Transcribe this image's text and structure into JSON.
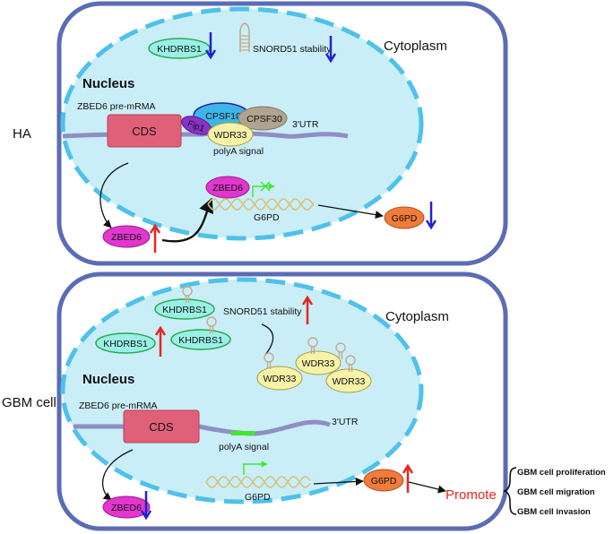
{
  "colors": {
    "cell_border": "#5a6cb5",
    "nucleus_fill": "#c9eef8",
    "nucleus_dash": "#4fc1ea",
    "cds_fill": "#e0607a",
    "strand": "#8f8fc4",
    "zbed6_fill": "#e236cf",
    "khdrbs1_fill": "#9af0e6",
    "wdr33_fill": "#f6f2a8",
    "cpsf100_fill": "#3cb6e8",
    "cpsf30_fill": "#b0a490",
    "fip1_fill": "#8a32c8",
    "g6pd_fill": "#f07b3a",
    "up_arrow": "#e8261b",
    "down_arrow": "#2222d0",
    "polya_green": "#3ee82a",
    "dna_strand": "#d8c27a"
  },
  "icons": [
    "down-arrow-icon",
    "up-arrow-icon",
    "rna-hairpin-icon",
    "dna-helix-icon",
    "transcription-arrow-icon",
    "blocked-icon",
    "brace-icon"
  ],
  "top": {
    "row_label": "HA",
    "nucleus_label": "Nucleus",
    "cytoplasm_label": "Cytoplasm",
    "khdrbs1": "KHDRBS1",
    "snord51_stability": "SNORD51 stability",
    "pre_mrna": "ZBED6 pre-mRMA",
    "cds": "CDS",
    "utr": "3'UTR",
    "cpsf100": "CPSF100",
    "cpsf30": "CPSF30",
    "fip1": "Fip1",
    "wdr33": "WDR33",
    "polya_signal": "polyA signal",
    "zbed6_nuclear": "ZBED6",
    "zbed6_cyto": "ZBED6",
    "g6pd_gene": "G6PD",
    "g6pd_protein": "G6PD"
  },
  "bottom": {
    "row_label": "GBM cell",
    "nucleus_label": "Nucleus",
    "cytoplasm_label": "Cytoplasm",
    "khdrbs1_a": "KHDRBS1",
    "khdrbs1_b": "KHDRBS1",
    "khdrbs1_c": "KHDRBS1",
    "snord51_stability": "SNORD51 stability",
    "wdr33_a": "WDR33",
    "wdr33_b": "WDR33",
    "wdr33_c": "WDR33",
    "pre_mrna": "ZBED6 pre-mRMA",
    "cds": "CDS",
    "utr": "3'UTR",
    "polya_signal": "polyA signal",
    "zbed6": "ZBED6",
    "g6pd_gene": "G6PD",
    "g6pd_protein": "G6PD",
    "promote": "Promote",
    "outcomes": [
      "GBM cell proliferation",
      "GBM cell migration",
      "GBM cell invasion"
    ]
  }
}
